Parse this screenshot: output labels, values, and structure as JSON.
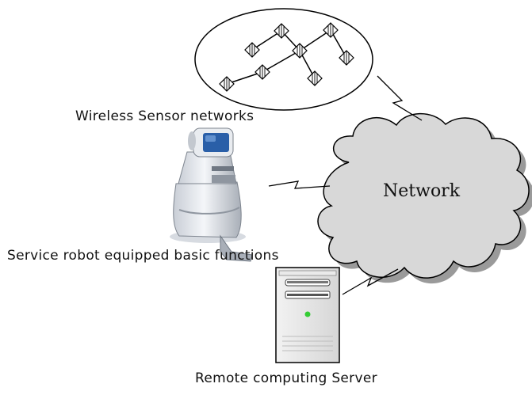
{
  "labels": {
    "wsn": "Wireless Sensor networks",
    "robot": "Service robot equipped basic functions",
    "server": "Remote computing Server",
    "network": "Network"
  },
  "colors": {
    "cloud_fill": "#d8d8d8",
    "cloud_shadow": "#9a9a9a",
    "server_led": "#33cc33",
    "robot_screen": "#2a5fa8",
    "robot_body": "#e6e9ee",
    "robot_shadow": "#8f96a0"
  },
  "icons": {
    "sensor": "sensor-node-icon",
    "robot": "service-robot-icon",
    "server": "server-tower-icon",
    "cloud": "cloud-icon",
    "link": "wireless-link-icon"
  }
}
